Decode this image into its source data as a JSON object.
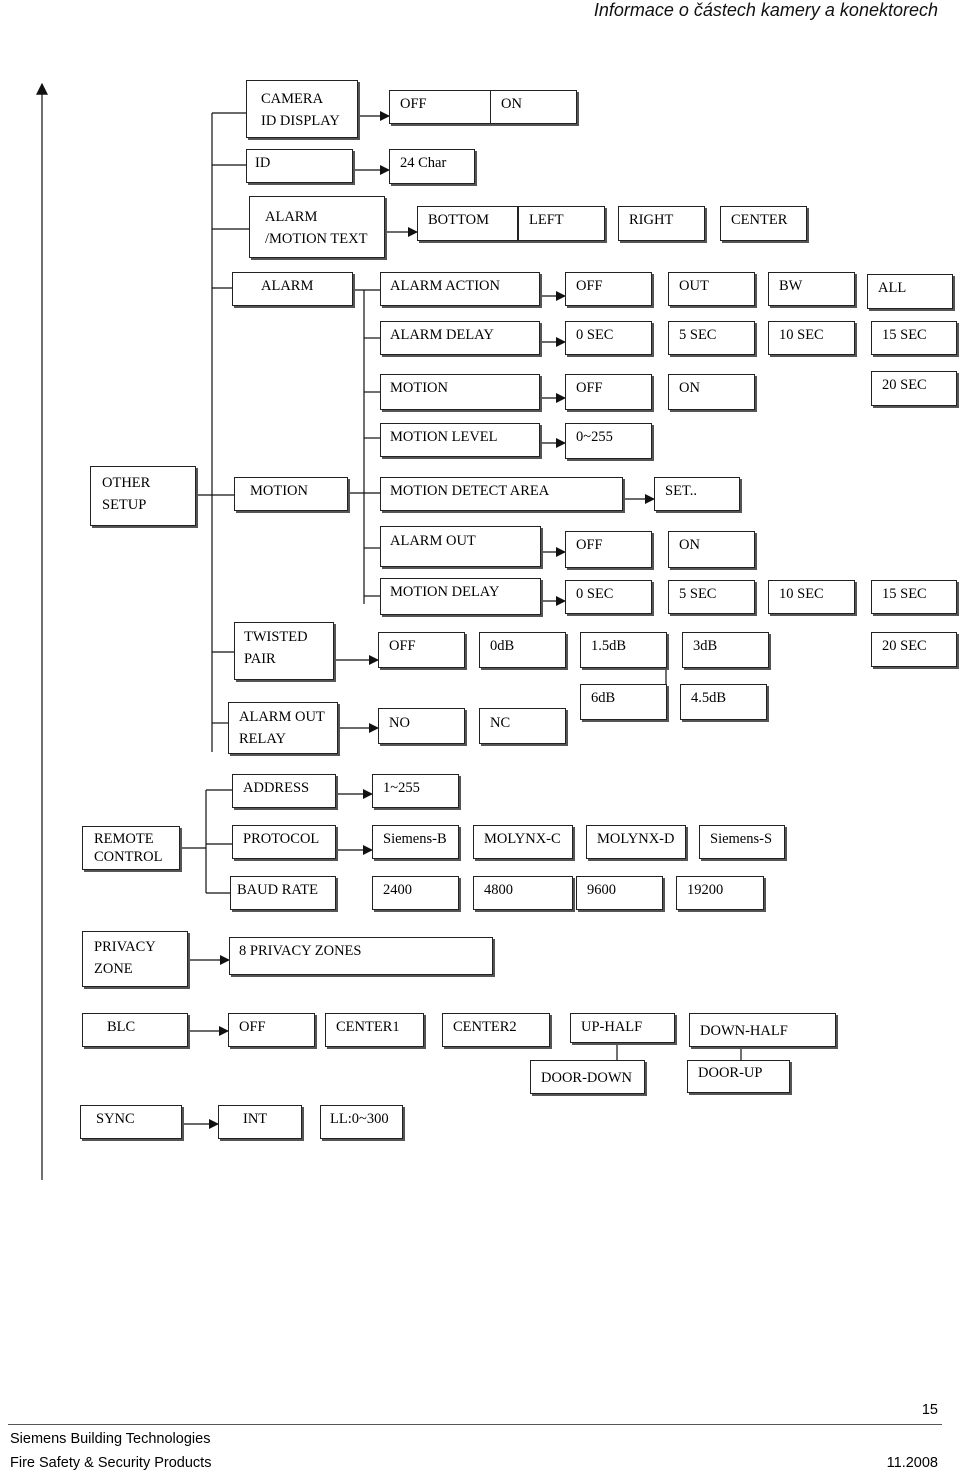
{
  "header": {
    "title": "Informace o částech kamery a konektorech"
  },
  "menu": {
    "camera_id_display": "CAMERA\nID DISPLAY",
    "camera_id_off": "OFF",
    "camera_id_on": "ON",
    "id": "ID",
    "id_24char": "24 Char",
    "alarm_motion_text": "ALARM\n/MOTION TEXT",
    "text_bottom": "BOTTOM",
    "text_left": "LEFT",
    "text_right": "RIGHT",
    "text_center": "CENTER",
    "alarm": "ALARM",
    "alarm_action": "ALARM ACTION",
    "action_off": "OFF",
    "action_out": "OUT",
    "action_bw": "BW",
    "action_all": "ALL",
    "alarm_delay": "ALARM DELAY",
    "ad_0": "0 SEC",
    "ad_5": "5 SEC",
    "ad_10": "10 SEC",
    "ad_15": "15 SEC",
    "motion_sub": "MOTION",
    "motion_off": "OFF",
    "motion_on": "ON",
    "ad_20": "20 SEC",
    "motion_level": "MOTION LEVEL",
    "motion_level_range": "0~255",
    "other_setup": "OTHER\nSETUP",
    "motion": "MOTION",
    "motion_detect_area": "MOTION DETECT AREA",
    "mda_set": "SET..",
    "alarm_out": "ALARM OUT",
    "ao_off": "OFF",
    "ao_on": "ON",
    "motion_delay": "MOTION DELAY",
    "md_0": "0 SEC",
    "md_5": "5 SEC",
    "md_10": "10 SEC",
    "md_15": "15 SEC",
    "twisted_pair": "TWISTED\nPAIR",
    "tp_off": "OFF",
    "tp_0db": "0dB",
    "tp_15db": "1.5dB",
    "tp_3db": "3dB",
    "md_20": "20 SEC",
    "tp_6db": "6dB",
    "tp_45db": "4.5dB",
    "alarm_out_relay": "ALARM OUT\nRELAY",
    "relay_no": "NO",
    "relay_nc": "NC",
    "address": "ADDRESS",
    "address_range": "1~255",
    "remote_control": "REMOTE\nCONTROL",
    "protocol": "PROTOCOL",
    "proto_siemens_b": "Siemens-B",
    "proto_molynx_c": "MOLYNX-C",
    "proto_molynx_d": "MOLYNX-D",
    "proto_siemens_s": "Siemens-S",
    "baud_rate": "BAUD RATE",
    "baud_2400": "2400",
    "baud_4800": "4800",
    "baud_9600": "9600",
    "baud_19200": "19200",
    "privacy_zone": "PRIVACY\nZONE",
    "privacy_zones": "8 PRIVACY ZONES",
    "blc": "BLC",
    "blc_off": "OFF",
    "blc_center1": "CENTER1",
    "blc_center2": "CENTER2",
    "blc_up_half": "UP-HALF",
    "blc_down_half": "DOWN-HALF",
    "blc_door_down": "DOOR-DOWN",
    "blc_door_up": "DOOR-UP",
    "sync": "SYNC",
    "sync_int": "INT",
    "sync_ll": "LL:0~300"
  },
  "footer": {
    "page": "15",
    "company": "Siemens Building Technologies",
    "division": "Fire Safety & Security Products",
    "date": "11.2008"
  }
}
